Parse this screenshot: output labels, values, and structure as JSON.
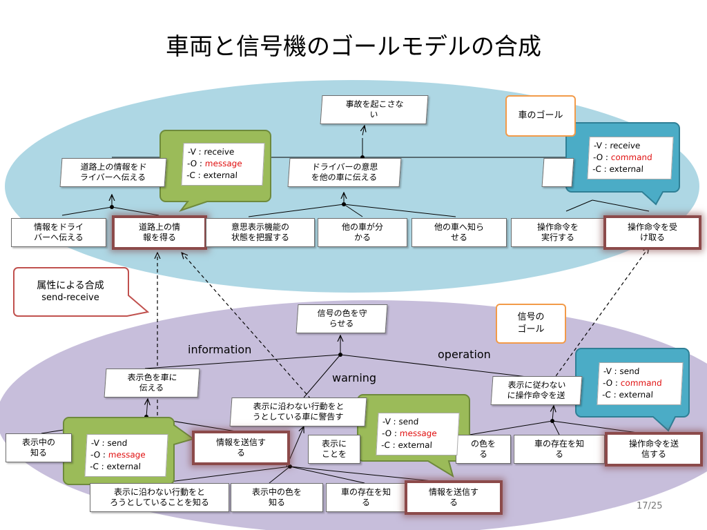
{
  "title": "車両と信号機のゴールモデルの合成",
  "page_number": "17/25",
  "vehicle_model": {
    "goal_label": "車のゴール",
    "top": "事故を起こさな\nい",
    "mid_left": "道路上の情報をド\nライバーへ伝える",
    "mid_center": "ドライバーの意思\nを他の車に伝える",
    "leaves": {
      "l1": "情報をドライ\nバーへ伝える",
      "l2": "道路上の情\n報を得る",
      "l3": "意思表示機能の\n状態を把握する",
      "l4": "他の車が分\nかる",
      "l5": "他の車へ知ら\nせる",
      "l6": "操作命令を\n実行する",
      "l7": "操作命令を受\nけ取る"
    }
  },
  "signal_model": {
    "goal_label": "信号の\nゴール",
    "top": "信号の色を守\nらせる",
    "labels": {
      "information": "information",
      "operation": "operation",
      "warning": "warning"
    },
    "mid_left": "表示色を車に\n伝える",
    "mid_center": "表示に沿わない行動をと\nうとしている車に警告す",
    "mid_right": "表示に従わない\nに操作命令を送",
    "leaves": {
      "a1": "表示中の\n知る",
      "a2": "情報を送信す\nる",
      "a3": "表示に\nことを",
      "a4": "の色を\nる",
      "a5": "車の存在を知\nる",
      "a6": "操作命令を送\n信する",
      "b1": "表示に沿わない行動をと\nろうとしていることを知る",
      "b2": "表示中の色を\n知る",
      "b3": "車の存在を知\nる",
      "b4": "情報を送信す\nる"
    }
  },
  "composition_note": {
    "title": "属性による合成",
    "subtitle": "send-receive"
  },
  "attributes": {
    "vehicle_info": {
      "v": "-V : receive",
      "o_prefix": "-O : ",
      "o_value": "message",
      "c": "-C : external"
    },
    "vehicle_cmd": {
      "v": "-V : receive",
      "o_prefix": "-O : ",
      "o_value": "command",
      "c": "-C : external"
    },
    "signal_info_left": {
      "v": "-V : send",
      "o_prefix": "-O : ",
      "o_value": "message",
      "c": "-C : external"
    },
    "signal_info_center": {
      "v": "-V : send",
      "o_prefix": "-O : ",
      "o_value": "message",
      "c": "-C : external"
    },
    "signal_cmd": {
      "v": "-V : send",
      "o_prefix": "-O : ",
      "o_value": "command",
      "c": "-C : external"
    }
  },
  "colors": {
    "vehicle_region": "#aed7e4",
    "signal_region": "#c7bedb",
    "green_callout": "#9bbb59",
    "blue_callout": "#4bacc6",
    "orange_border": "#f29a48",
    "red_border": "#c0504d",
    "highlight": "#8c4a4a",
    "emphasis_text": "#e01010"
  }
}
